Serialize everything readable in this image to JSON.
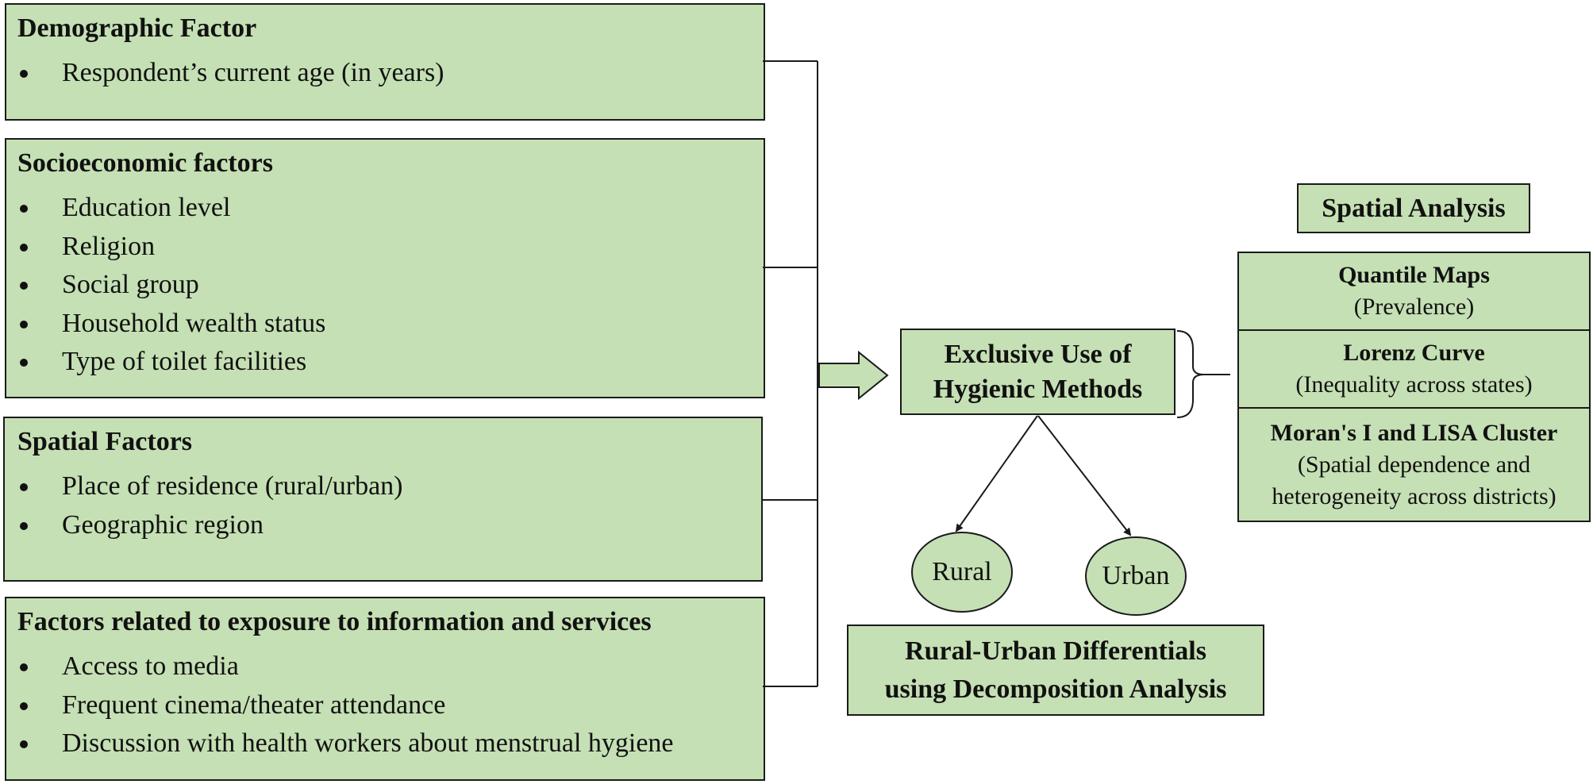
{
  "factors": [
    {
      "title": "Demographic Factor",
      "items": [
        "Respondent’s current age (in years)"
      ]
    },
    {
      "title": "Socioeconomic factors",
      "items": [
        "Education level",
        "Religion",
        "Social group",
        "Household wealth status",
        "Type of toilet facilities"
      ]
    },
    {
      "title": "Spatial Factors",
      "items": [
        "Place of residence (rural/urban)",
        "Geographic region"
      ]
    },
    {
      "title": "Factors related to exposure to information and services",
      "items": [
        "Access to media",
        "Frequent cinema/theater attendance",
        "Discussion with health workers about menstrual hygiene"
      ]
    }
  ],
  "outcome": {
    "line1": "Exclusive Use of",
    "line2": "Hygienic Methods"
  },
  "residence": {
    "rural": "Rural",
    "urban": "Urban"
  },
  "decomposition": {
    "line1": "Rural-Urban Differentials",
    "line2": "using Decomposition Analysis"
  },
  "spatial_analysis": {
    "title": "Spatial Analysis",
    "methods": [
      {
        "title": "Quantile  Maps",
        "desc": [
          "(Prevalence)"
        ]
      },
      {
        "title": "Lorenz Curve",
        "desc": [
          "(Inequality  across  states)"
        ]
      },
      {
        "title": "Moran's I and LISA Cluster",
        "desc": [
          "(Spatial  dependence  and",
          "heterogeneity  across  districts)"
        ]
      }
    ]
  },
  "colors": {
    "box_fill": "#c5e0b4",
    "border": "#1a1a1a",
    "text": "#111111"
  }
}
